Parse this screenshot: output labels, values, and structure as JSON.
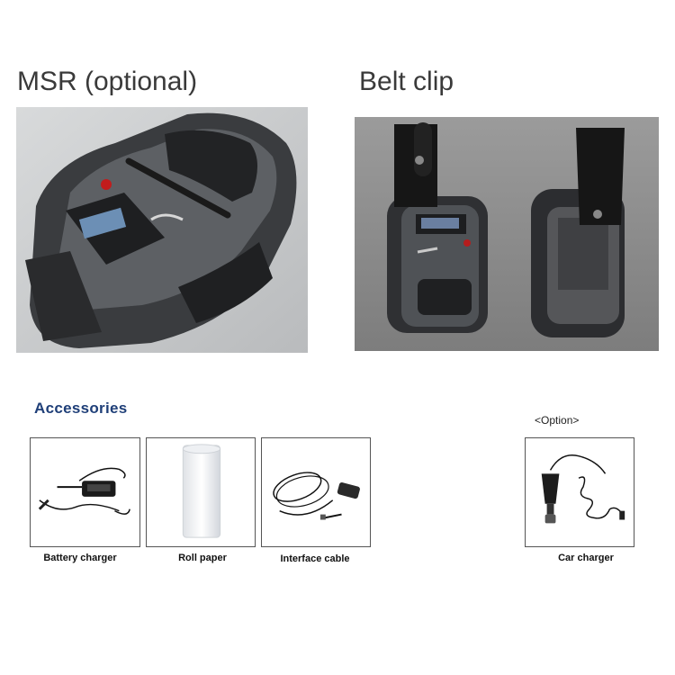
{
  "headings": {
    "msr": "MSR (optional)",
    "belt_clip": "Belt clip"
  },
  "accessories": {
    "title": "Accessories",
    "title_color": "#1f3f78",
    "option_label": "<Option>",
    "items": [
      {
        "caption": "Battery charger",
        "icon": "battery-charger-icon"
      },
      {
        "caption": "Roll paper",
        "icon": "roll-paper-icon"
      },
      {
        "caption": "Interface cable",
        "icon": "interface-cable-icon"
      },
      {
        "caption": "Car charger",
        "icon": "car-charger-icon"
      }
    ]
  }
}
